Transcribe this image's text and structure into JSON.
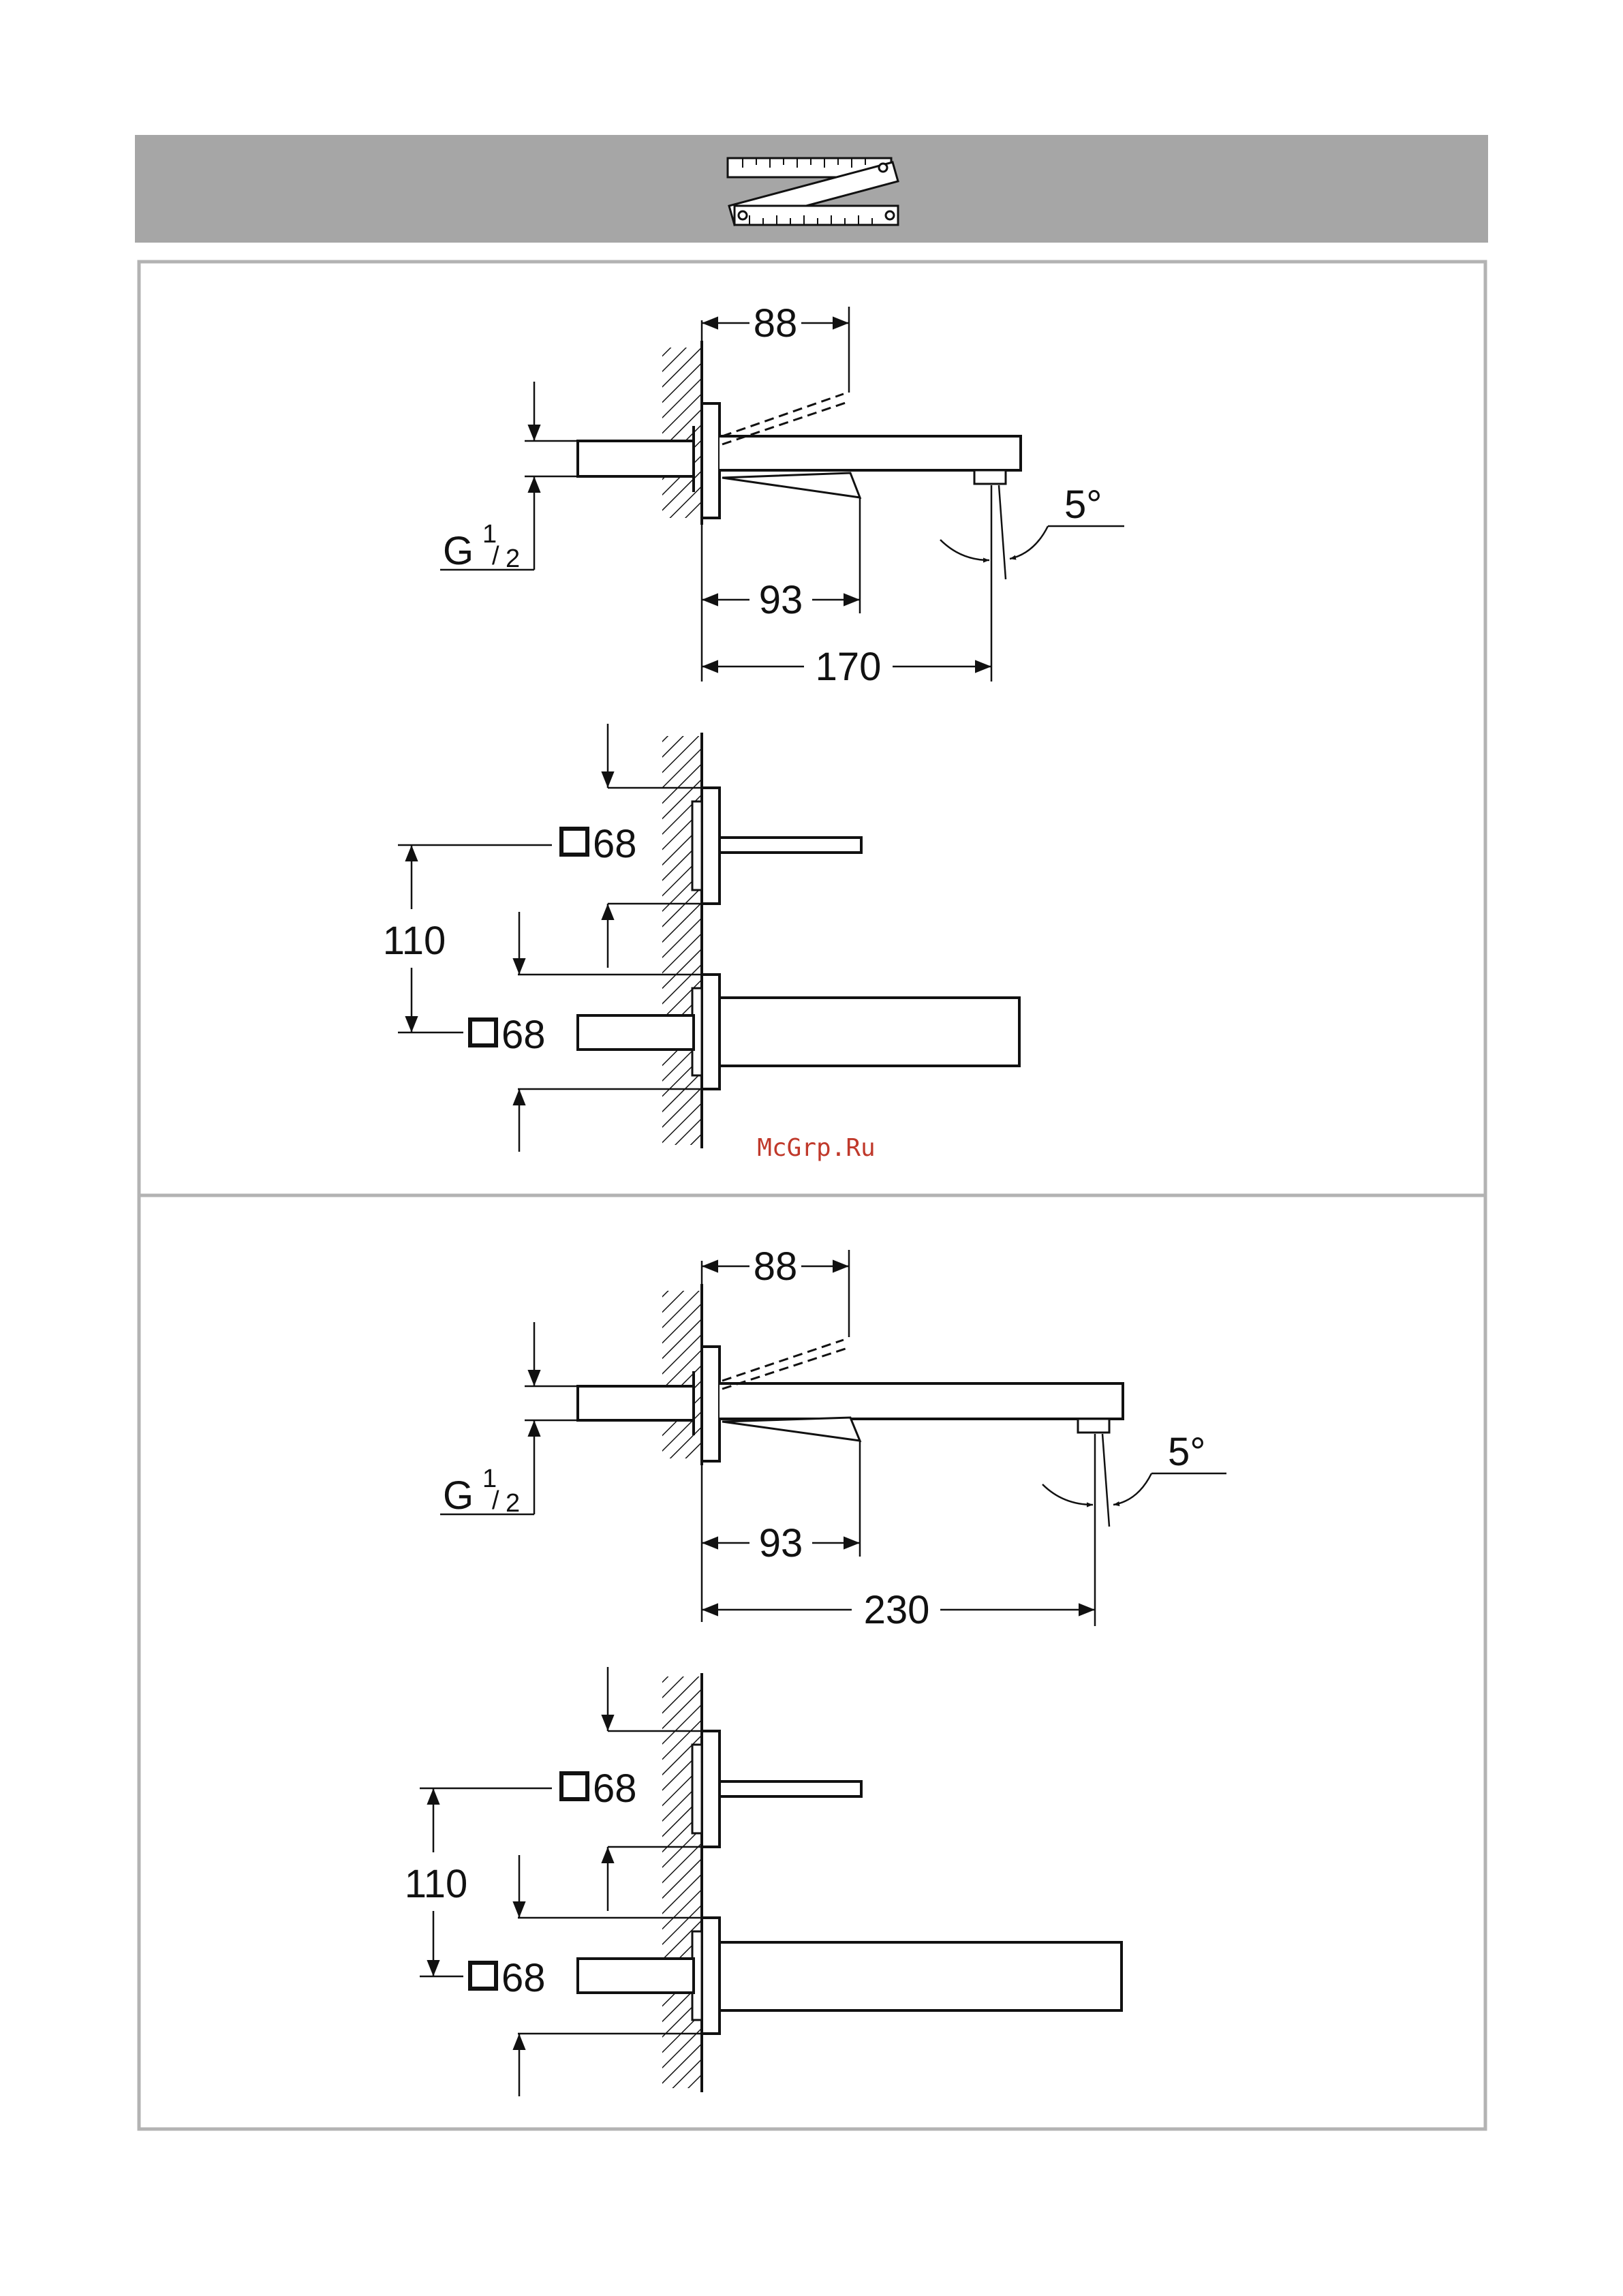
{
  "colors": {
    "header_band": "#a6a6a6",
    "frame": "#b3b3b3",
    "ink": "#111111",
    "watermark": "#c0392b"
  },
  "header": {
    "icon": "folding-ruler-icon"
  },
  "watermark": "McGrp.Ru",
  "panels": [
    {
      "side": {
        "top": "88",
        "bottom": "93",
        "overall": "170",
        "angle": "5°",
        "thread_g": "G",
        "thread_num": "1",
        "thread_den": "2"
      },
      "front": {
        "upper_square": "68",
        "lower_square": "68",
        "spacing": "110"
      }
    },
    {
      "side": {
        "top": "88",
        "bottom": "93",
        "overall": "230",
        "angle": "5°",
        "thread_g": "G",
        "thread_num": "1",
        "thread_den": "2"
      },
      "front": {
        "upper_square": "68",
        "lower_square": "68",
        "spacing": "110"
      }
    }
  ]
}
